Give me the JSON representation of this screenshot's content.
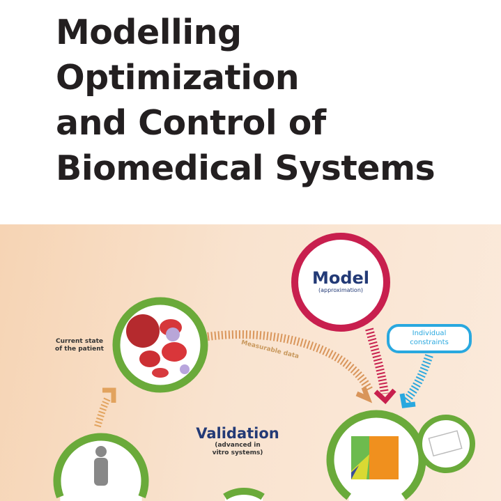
{
  "title": {
    "lines": [
      "Modelling",
      "Optimization",
      "and Control of",
      "Biomedical Systems"
    ]
  },
  "diagram": {
    "model": {
      "label": "Model",
      "sublabel": "(approximation)"
    },
    "constraints": {
      "label": "Individual constraints"
    },
    "patient": {
      "label": "Current state of the patient"
    },
    "measurable": {
      "label": "Measurable data"
    },
    "validation": {
      "label": "Validation",
      "sublabel": "(advanced in vitro systems)"
    }
  },
  "colors": {
    "green": "#6aaa3a",
    "crimson": "#c81f4e",
    "blue": "#29a8df",
    "orange": "#d9955a",
    "navy": "#233a76"
  }
}
